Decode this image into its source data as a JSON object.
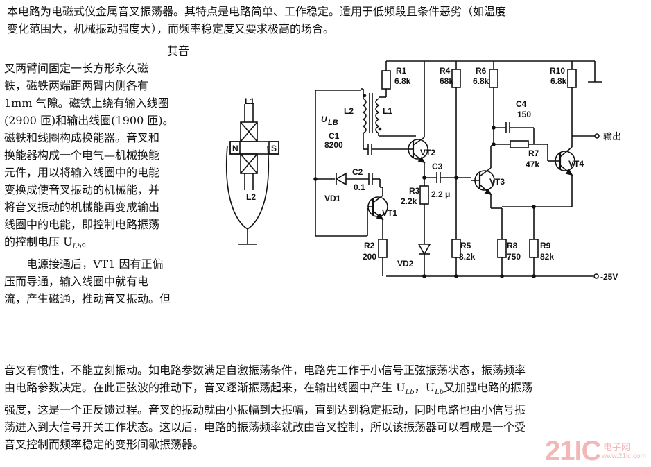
{
  "intro": {
    "line1": "本电路为电磁式仪金属音叉振荡器。其特点是电路简单、工作稳定。适用于低频段且条件恶劣（如温度",
    "line2": "变化范围大，机械振动强度大），而频率稳定度又要求极高的场合。"
  },
  "left_column": {
    "lines": [
      "其音",
      "叉两臂间固定一长方形永久磁",
      "铁，磁铁两端距两臂内侧各有",
      "1mm 气隙。磁铁上绕有输入线圈",
      "(2900 匝)和输出线圈(1900 匝)。",
      "磁铁和线圈构成换能器。音叉和",
      "换能器构成一个电气—机械换能",
      "元件，用以将输入线圈中的电能",
      "变换成使音叉振动的机械能，并",
      "将音叉振动的机械能再变成输出",
      "线圈中的电能，即控制电路振荡",
      "的控制电压 U",
      "电源接通后，VT1 因有正偏",
      "压而导通，输入线圈中就有电",
      "流，产生磁通，推动音叉振动。但"
    ],
    "sub_lb": "Lb"
  },
  "bottom": {
    "lines": [
      "音叉有惯性，不能立刻振动。如电路参数满足自激振荡条件，电路先工作于小信号正弦振荡状态，振荡频率",
      "由电路参数决定。在此正弦波的推动下，音叉逐渐振荡起来，在输出线圈中产生 U",
      "强度，这是一个正反馈过程。音叉的振动就由小振幅到大振幅，直到达到稳定振动，同时电路也由小信号振",
      "荡进入到大信号开关工作状态。这以后，电路的振荡频率就改由音叉控制，所以该振荡器可以看成是一个受",
      "音叉控制而频率稳定的变形间歇振荡器。"
    ],
    "line2_tail": "，U",
    "line2_end": "又加强电路的振荡",
    "sub_lb": "Lb"
  },
  "fork": {
    "l1": "L1",
    "l2": "L2",
    "n": "N",
    "s": "S"
  },
  "circuit": {
    "components": {
      "r1": "R1",
      "r1_val": "6.8k",
      "r4": "R4",
      "r4_val": "68k",
      "r6": "R6",
      "r6_val": "6.8k",
      "r10": "R10",
      "r10_val": "6.8k",
      "l2": "L2",
      "l1": "L1",
      "ulb": "U",
      "ulb_sub": "LB",
      "c1": "C1",
      "c1_val": "8200",
      "c2": "C2",
      "c2_val": "0.1",
      "c3": "C3",
      "c3_val": "2.2 μ",
      "c4": "C4",
      "c4_val": "150",
      "r7": "R7",
      "r7_val": "47k",
      "r3": "R3",
      "r3_val": "2.2k",
      "r2": "R2",
      "r2_val": "200",
      "r5": "R5",
      "r5_val": "8.2k",
      "r8": "R8",
      "r8_val": "750",
      "r9": "R9",
      "r9_val": "82k",
      "vt1": "VT1",
      "vt2": "VT2",
      "vt3": "VT3",
      "vt4": "VT4",
      "vd1": "VD1",
      "vd2": "VD2"
    },
    "output_label": "输出",
    "supply_label": "-25V"
  },
  "watermark": {
    "logo": "21IC",
    "cn": "电子网",
    "url": "www.21ic.com"
  }
}
